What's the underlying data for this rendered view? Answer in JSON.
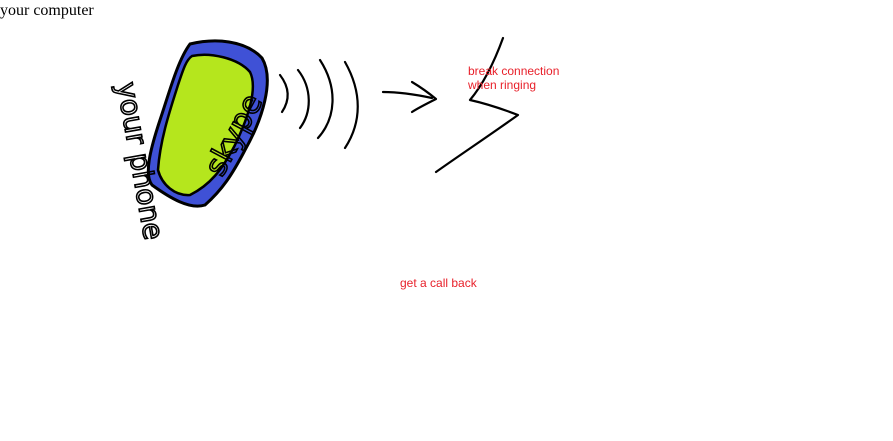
{
  "labels": {
    "your_phone": "your phone",
    "skype": "skype",
    "your_computer": "your computer",
    "break_connection_line1": "break connection",
    "break_connection_line2": "when ringing",
    "get_call_back": "get a call back"
  },
  "colors": {
    "phone_body": "#3f51d6",
    "phone_screen": "#b5e61d",
    "callee_phone_body": "#ed1c24",
    "callee_phone_screen": "#fff200",
    "laptop_body": "#a349a4",
    "laptop_screen": "#c3c3c3",
    "eye_blue": "#00a2e8",
    "annotation_red": "#e8202a"
  },
  "icons": [
    "sad-face-icon",
    "happy-face-icon",
    "sound-waves-icon",
    "arrow-icon"
  ]
}
